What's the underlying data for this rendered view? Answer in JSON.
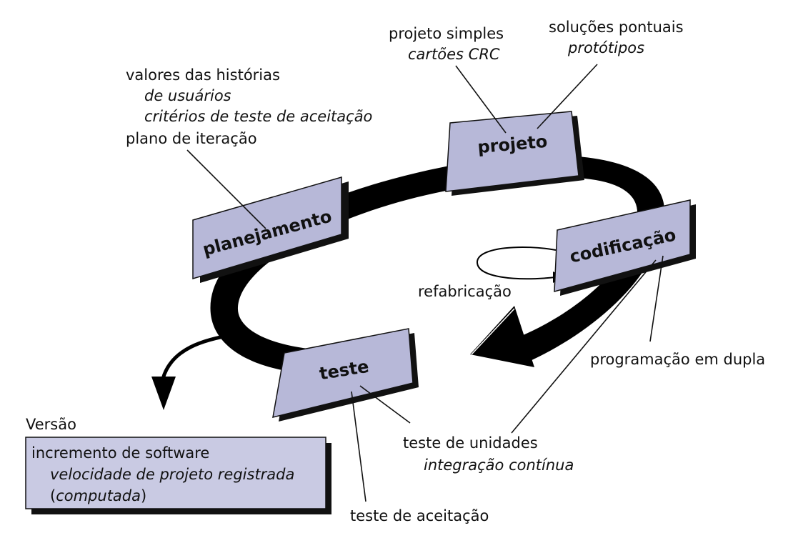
{
  "phases": {
    "planejamento": "planejamento",
    "projeto": "projeto",
    "codificacao": "codificação",
    "teste": "teste"
  },
  "planning_notes": {
    "line1": "valores das histórias",
    "line2": "de usuários",
    "line3": "critérios de teste de aceitação",
    "line4": "plano de iteração"
  },
  "design_notes": {
    "simple_design": "projeto simples",
    "crc_cards": "cartões CRC",
    "spike_solutions": "soluções pontuais",
    "prototypes": "protótipos"
  },
  "coding_notes": {
    "refactoring": "refabricação",
    "pair_programming": "programação em dupla"
  },
  "testing_notes": {
    "unit_tests": "teste de unidades",
    "continuous_integration": "integração contínua",
    "acceptance_test": "teste de aceitação"
  },
  "release": {
    "label": "Versão",
    "line1": "incremento de software",
    "line2": "velocidade de projeto registrada",
    "line3_open": "(",
    "line3_italic": "computada",
    "line3_close": ")"
  },
  "colors": {
    "box_fill": "#b7b8d8",
    "release_fill": "#c9cae3",
    "cycle": "#000000"
  }
}
